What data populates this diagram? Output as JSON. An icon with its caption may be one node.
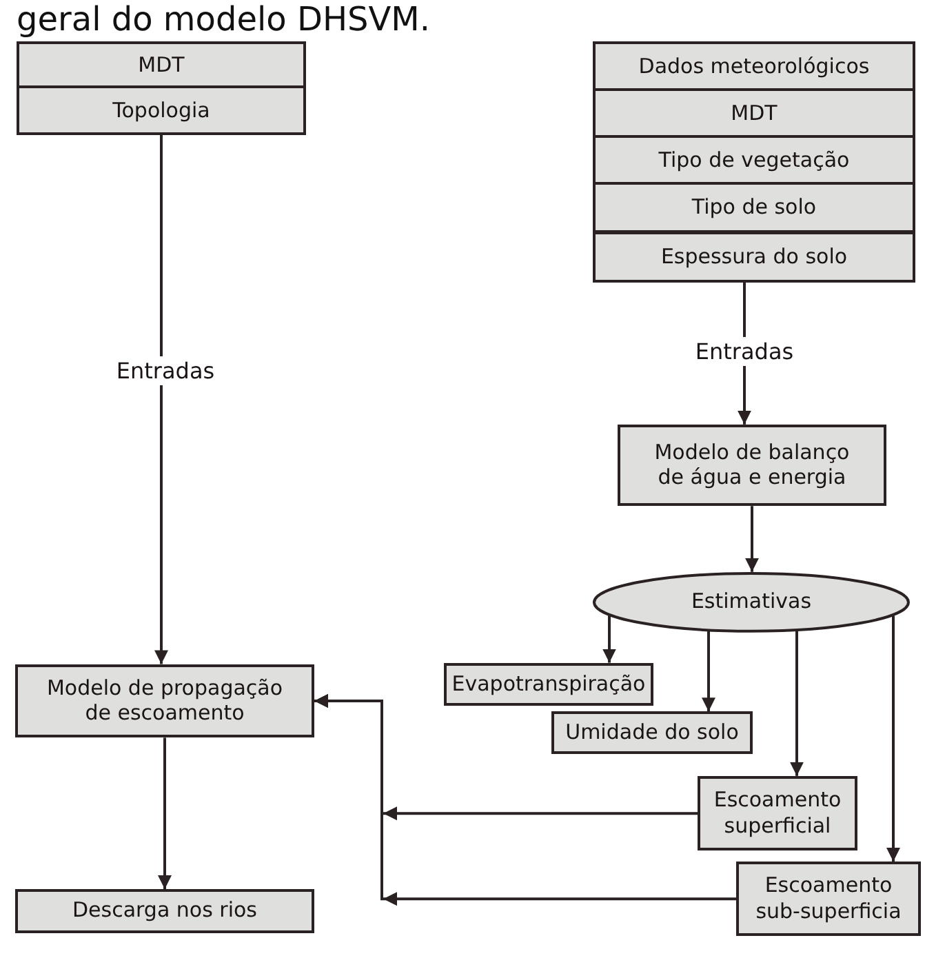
{
  "diagram": {
    "title": "geral do modelo DHSVM.",
    "nodes": [
      {
        "text": [
          "MDT"
        ]
      },
      {
        "text": [
          "Topologia"
        ]
      },
      {
        "text": [
          "Dados meteorológicos"
        ]
      },
      {
        "text": [
          "MDT"
        ]
      },
      {
        "text": [
          "Tipo de vegetação"
        ]
      },
      {
        "text": [
          "Tipo de solo"
        ]
      },
      {
        "text": [
          "Espessura do solo"
        ]
      },
      {
        "text": [
          "Modelo de balanço de água e energia"
        ]
      },
      {
        "text": [
          "Estimativas"
        ]
      },
      {
        "text": [
          "Evapotranspiração"
        ]
      },
      {
        "text": [
          "Umidade do solo"
        ]
      },
      {
        "text": [
          "Escoamento superficial"
        ]
      },
      {
        "text": [
          "Escoamento sub-superficia"
        ]
      },
      {
        "text": [
          "Modelo de propagação de escoamento"
        ]
      },
      {
        "text": [
          "Descarga nos rios"
        ]
      }
    ],
    "edges": [
      {
        "from": 1,
        "to": 13,
        "arrow": "to",
        "label": "Entradas"
      },
      {
        "from": 6,
        "to": 7,
        "arrow": "to",
        "label": "Entradas"
      },
      {
        "from": 7,
        "to": 8,
        "arrow": "to"
      },
      {
        "from": 8,
        "to": 9,
        "arrow": "to"
      },
      {
        "from": 8,
        "to": 10,
        "arrow": "to"
      },
      {
        "from": 8,
        "to": 11,
        "arrow": "to"
      },
      {
        "from": 8,
        "to": 12,
        "arrow": "to"
      },
      {
        "from": 11,
        "to": 13,
        "arrow": "to"
      },
      {
        "from": 12,
        "to": 13,
        "arrow": "to"
      },
      {
        "from": 13,
        "to": 14,
        "arrow": "to"
      }
    ]
  }
}
